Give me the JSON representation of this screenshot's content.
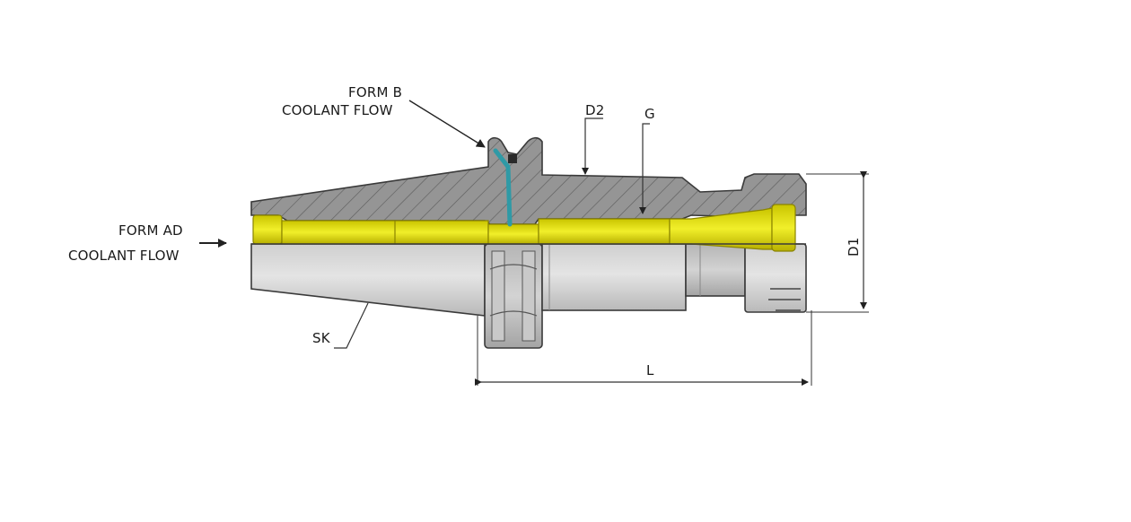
{
  "labels": {
    "form_b_line1": "FORM B",
    "form_b_line2": "COOLANT FLOW",
    "form_ad_line1": "FORM AD",
    "form_ad_line2": "COOLANT FLOW",
    "d2": "D2",
    "g": "G",
    "d1": "D1",
    "sk": "SK",
    "l": "L"
  },
  "colors": {
    "section_fill": "#8e8e8e",
    "hatch": "#5c5c5c",
    "steel_light": "#d9d9d9",
    "steel_mid": "#bdbdbd",
    "coolant_channel": "#e2e000",
    "coolant_channel_edge": "#a8a000",
    "form_b_channel": "#2f9aa6",
    "line": "#222222"
  }
}
